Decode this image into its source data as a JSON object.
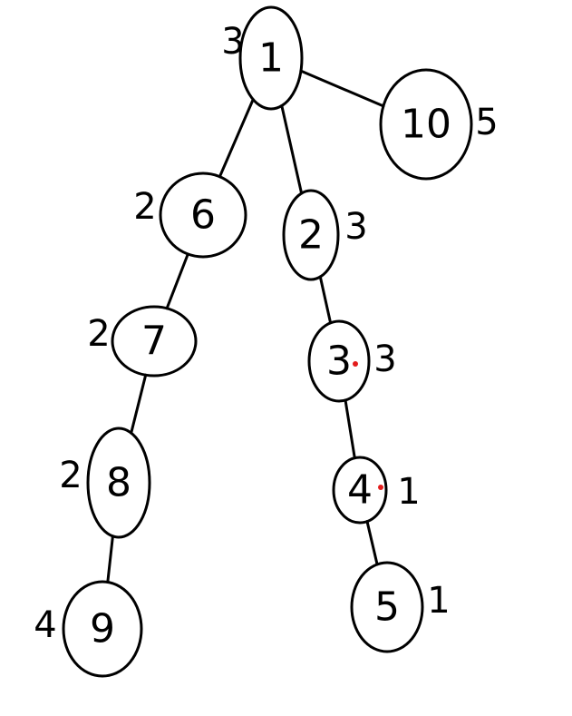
{
  "colors": {
    "ink": "#000000",
    "background": "#ffffff",
    "mark": "#e31c1c"
  },
  "tree": {
    "nodes": [
      {
        "id": "1",
        "label": "1",
        "weight": "3"
      },
      {
        "id": "10",
        "label": "10",
        "weight": "5"
      },
      {
        "id": "6",
        "label": "6",
        "weight": "2"
      },
      {
        "id": "2",
        "label": "2",
        "weight": "3"
      },
      {
        "id": "7",
        "label": "7",
        "weight": "2"
      },
      {
        "id": "3",
        "label": "3",
        "weight": "3",
        "marked": true
      },
      {
        "id": "8",
        "label": "8",
        "weight": "2"
      },
      {
        "id": "4",
        "label": "4",
        "weight": "1",
        "marked": true
      },
      {
        "id": "9",
        "label": "9",
        "weight": "4"
      },
      {
        "id": "5",
        "label": "5",
        "weight": "1"
      }
    ],
    "edges": [
      {
        "from": "1",
        "to": "10"
      },
      {
        "from": "1",
        "to": "6"
      },
      {
        "from": "1",
        "to": "2"
      },
      {
        "from": "6",
        "to": "7"
      },
      {
        "from": "7",
        "to": "8"
      },
      {
        "from": "8",
        "to": "9"
      },
      {
        "from": "2",
        "to": "3"
      },
      {
        "from": "3",
        "to": "4"
      },
      {
        "from": "4",
        "to": "5"
      }
    ]
  }
}
